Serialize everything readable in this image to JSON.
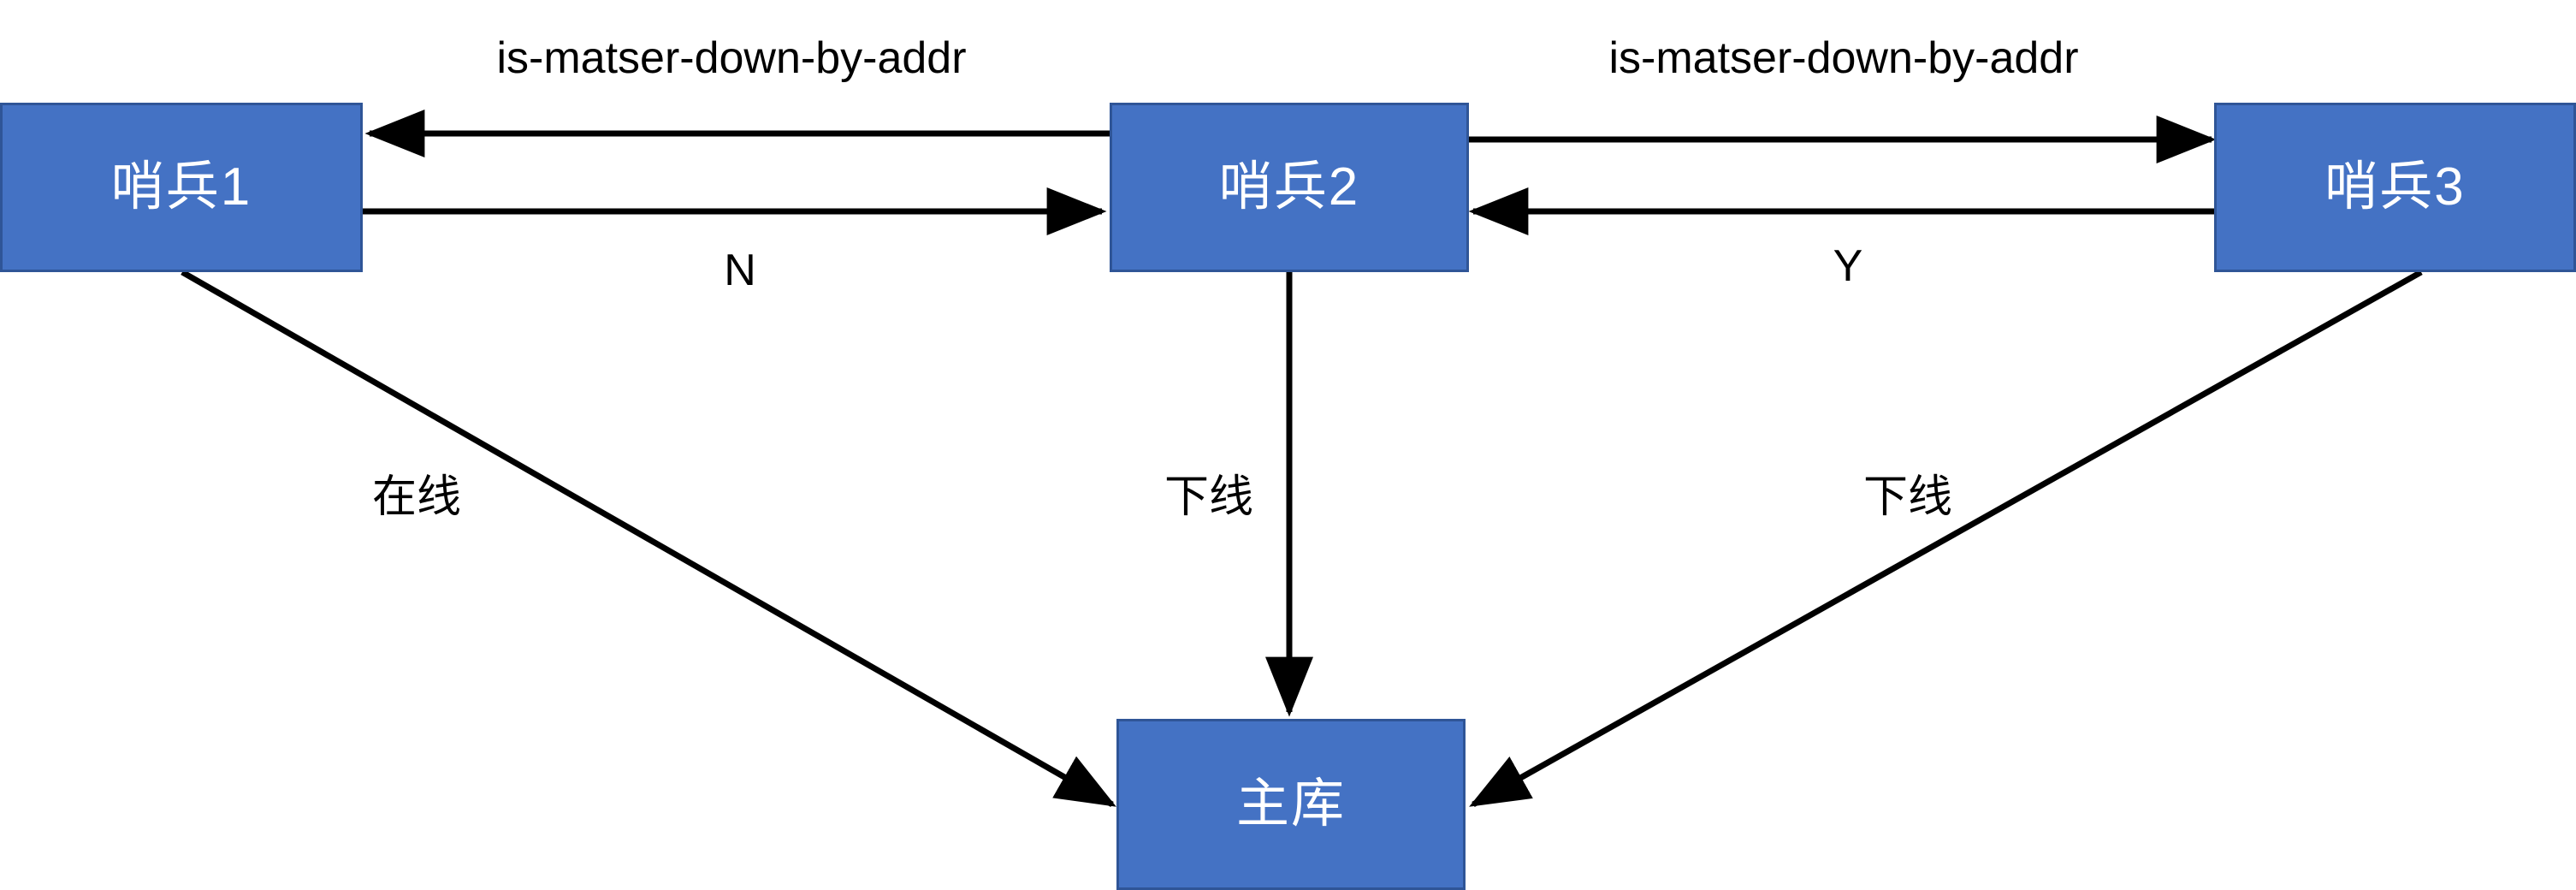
{
  "diagram": {
    "type": "flow-diagram",
    "background_color": "#ffffff",
    "node_fill_color": "#4472C4",
    "node_border_color": "#2F5597",
    "node_text_color": "#ffffff",
    "edge_color": "#000000",
    "nodes": [
      {
        "id": "sentinel1",
        "label": "哨兵1"
      },
      {
        "id": "sentinel2",
        "label": "哨兵2"
      },
      {
        "id": "sentinel3",
        "label": "哨兵3"
      },
      {
        "id": "master",
        "label": "主库"
      }
    ],
    "edge_labels": {
      "sentinel2_to_sentinel1_query": "is-matser-down-by-addr",
      "sentinel2_to_sentinel3_query": "is-matser-down-by-addr",
      "sentinel1_to_sentinel2_reply": "N",
      "sentinel3_to_sentinel2_reply": "Y",
      "sentinel1_to_master": "在线",
      "sentinel2_to_master": "下线",
      "sentinel3_to_master": "下线"
    }
  }
}
